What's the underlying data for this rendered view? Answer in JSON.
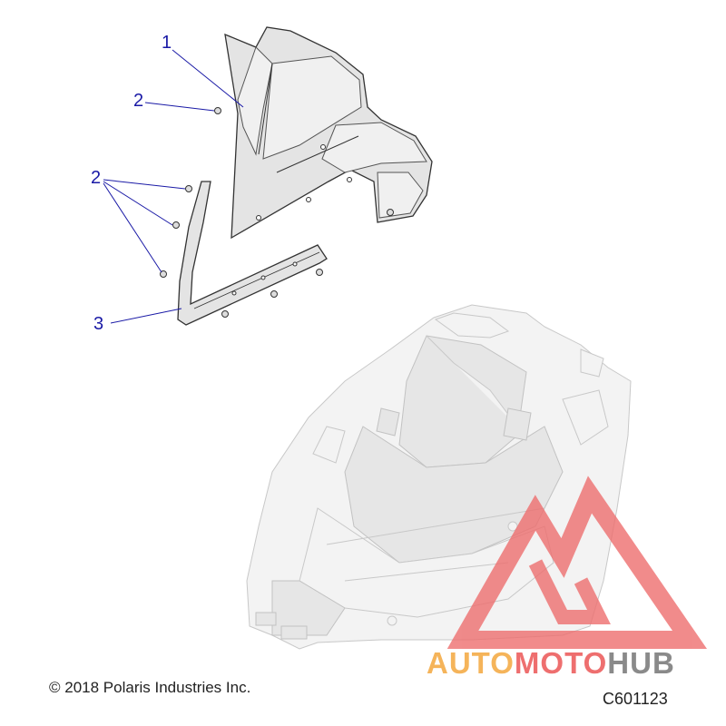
{
  "callouts": [
    {
      "id": "1",
      "label": "1"
    },
    {
      "id": "2a",
      "label": "2"
    },
    {
      "id": "2b",
      "label": "2"
    },
    {
      "id": "3",
      "label": "3"
    }
  ],
  "copyright": "© 2018 Polaris Industries Inc.",
  "figure_code": "C601123",
  "watermark": {
    "part1": "AUTO",
    "part2": "MOTO",
    "part3": "HUB",
    "color_orange": "#f5b45a",
    "color_red": "#ee6f6f",
    "color_gray": "#8a8a8a"
  }
}
